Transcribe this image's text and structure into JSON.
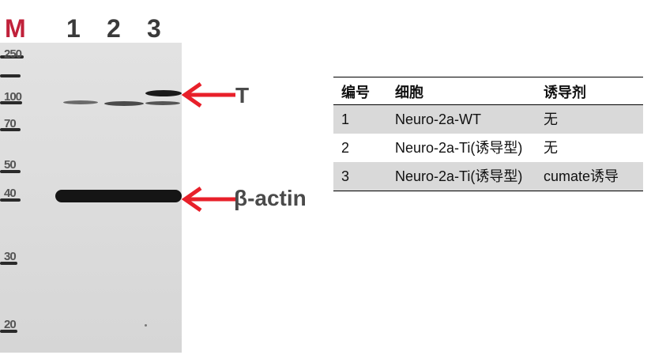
{
  "lanes": {
    "marker": "M",
    "lane1": "1",
    "lane2": "2",
    "lane3": "3"
  },
  "marker_ladder": [
    "250",
    "100",
    "70",
    "50",
    "40",
    "30",
    "20"
  ],
  "arrows": {
    "t_label": "T",
    "actin_label": "β-actin"
  },
  "colors": {
    "marker_label": "#c0213a",
    "arrow": "#e8202a"
  },
  "table": {
    "headers": [
      "编号",
      "细胞",
      "诱导剂"
    ],
    "rows": [
      {
        "id": "1",
        "cell": "Neuro-2a-WT",
        "inducer": "无"
      },
      {
        "id": "2",
        "cell": "Neuro-2a-Ti(诱导型)",
        "inducer": "无"
      },
      {
        "id": "3",
        "cell": "Neuro-2a-Ti(诱导型)",
        "inducer": "cumate诱导"
      }
    ]
  }
}
